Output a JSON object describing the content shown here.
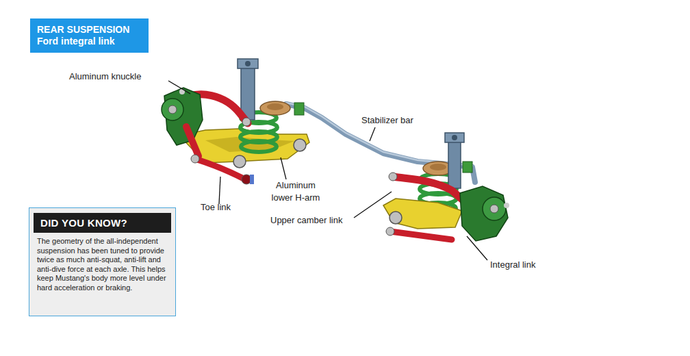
{
  "diagram": {
    "nodes": [
      {
        "text": [
          "REAR SUSPENSION",
          "Ford integral link"
        ]
      },
      {
        "text": [
          "DID YOU KNOW?",
          "The geometry of the all-independent suspension has been tuned to provide twice as much anti-squat, anti-lift and anti-dive force at each axle. This helps keep Mustang's body more level under hard acceleration or braking."
        ]
      }
    ],
    "labels": [
      "Aluminum knuckle",
      "Stabilizer bar",
      "Aluminum lower H-arm",
      "Toe link",
      "Upper camber link",
      "Integral link"
    ]
  }
}
